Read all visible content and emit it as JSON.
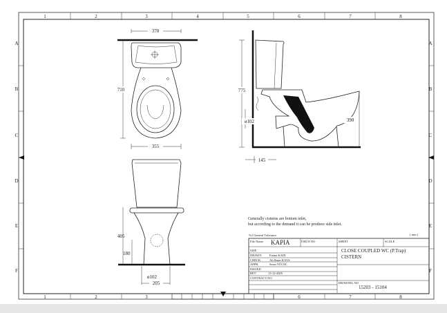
{
  "frame": {
    "columns": [
      "1",
      "2",
      "3",
      "4",
      "5",
      "6",
      "7",
      "8"
    ],
    "rows": [
      "A",
      "B",
      "C",
      "D",
      "E",
      "F"
    ]
  },
  "dimensions": {
    "top_width": "370",
    "top_depth": "710",
    "bowl_width": "355",
    "side_height": "775",
    "outlet_diameter_side": "ø102",
    "rim_height": "390",
    "wall_distance": "145",
    "front_height": "405",
    "outlet_height": "180",
    "outlet_diameter_front": "ø102",
    "base_width": "205"
  },
  "notes": {
    "line1": "Generally cisterns are bottom inlet,",
    "line2": "but according to  the demand it can be produce side inlet."
  },
  "title_block": {
    "tolerance_label": "%2 General Tolerance",
    "unit": "( mm )",
    "file_name_label": "File Name",
    "file_name": "KAPIA",
    "product_no_label": "ÜRÜN NO",
    "sheet_label": "SHEET",
    "scale_label": "SCALE",
    "size_label": "SIZE",
    "drawn_label": "DRAWN",
    "drawn_by": "Fatma KADI",
    "check_label": "CHECK",
    "checked_by": "Ali Ihsan KAYA",
    "appr_label": "APPR.",
    "approved_by": "Sezai YÜCEL",
    "issued_label": "ISSUED",
    "rev_label": "REV",
    "rev_date": "13-12-2005",
    "contract_label": "CONTRACT NO",
    "title_line1": "CLOSE COUPLED WC (P.Trap)",
    "title_line2": "CISTERN",
    "drawing_no_label": "DRAWING NO",
    "drawing_no": "15203 - 15104"
  }
}
